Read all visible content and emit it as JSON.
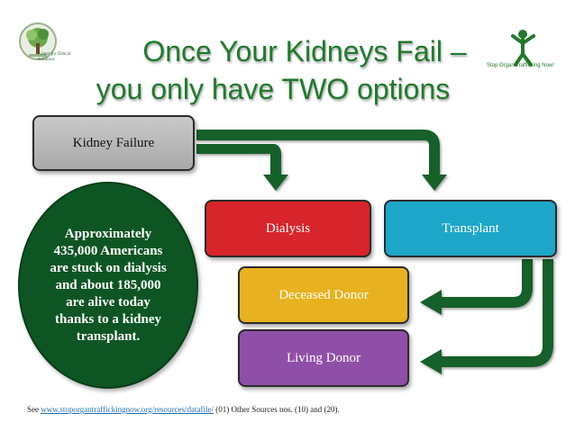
{
  "title": {
    "line1": "Once Your Kidneys Fail –",
    "line2": "you only have TWO options"
  },
  "logos": {
    "left_text": "Center for Ethical Solutions",
    "right_text": "Stop Organ Trafficking Now!"
  },
  "boxes": {
    "kidney_failure": "Kidney Failure",
    "dialysis": "Dialysis",
    "transplant": "Transplant",
    "deceased_donor": "Deceased Donor",
    "living_donor": "Living Donor"
  },
  "stat_text": "Approximately 435,000 Americans are stuck on dialysis and about 185,000 are alive today thanks to a kidney transplant.",
  "footer": {
    "prefix": "See",
    "link": "www.stoporgantraffickingnow.org/resources/datafile/",
    "suffix": "(01) Other Sources nos. (10) and (20)."
  },
  "colors": {
    "title_green": "#1f7a2a",
    "arrow_green": "#17612a",
    "dialysis": "#d7252b",
    "transplant": "#1ca6c9",
    "deceased": "#e8b11f",
    "living": "#8f4fa8",
    "stat_fill": "#0d5624"
  }
}
